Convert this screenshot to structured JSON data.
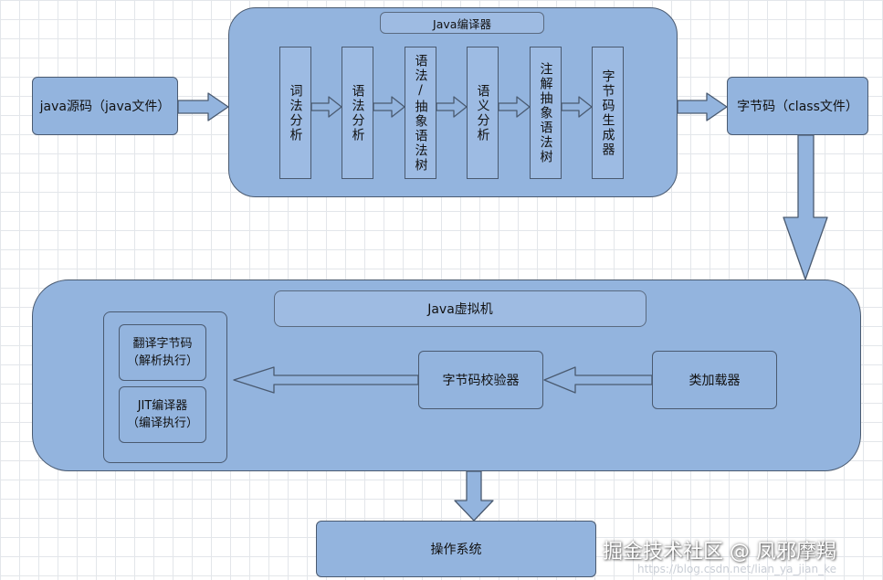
{
  "compiler": {
    "title": "Java编译器",
    "stages": [
      "词法分析",
      "语法分析",
      "语法/抽象语法树",
      "语义分析",
      "注解抽象语法树",
      "字节码生成器"
    ]
  },
  "source": "java源码（java文件）",
  "bytecode": "字节码（class文件）",
  "jvm": {
    "title": "Java虚拟机",
    "translate": "翻译字节码\n（解析执行）",
    "jit": "JIT编译器\n（编译执行）",
    "verifier": "字节码校验器",
    "loader": "类加载器"
  },
  "os": "操作系统",
  "watermark": {
    "text": "掘金技术社区 @ 凤邪摩羯",
    "url": "https://blog.csdn.net/lian_ya_jian_ke"
  },
  "colors": {
    "fill": "#93b4de",
    "stroke": "#4a5a70"
  }
}
